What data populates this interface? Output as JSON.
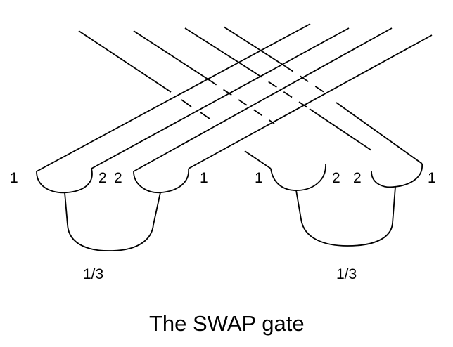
{
  "caption": "The SWAP gate",
  "cup_labels": {
    "left": {
      "outer_left": "1",
      "inner_left": "2",
      "inner_right": "2",
      "outer_right": "1",
      "weight": "1/3"
    },
    "right": {
      "outer_left": "1",
      "inner_left": "2",
      "inner_right": "2",
      "outer_right": "1",
      "weight": "1/3"
    }
  }
}
